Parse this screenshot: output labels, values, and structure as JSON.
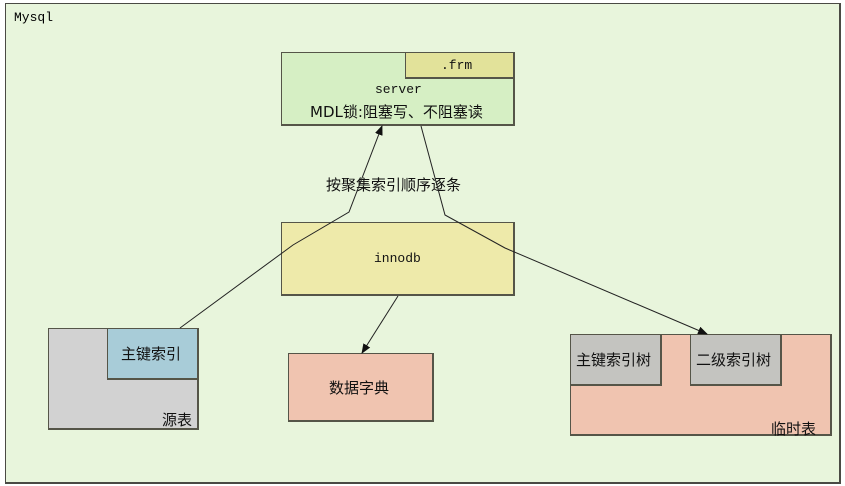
{
  "diagram": {
    "container": {
      "title": "Mysql"
    },
    "server": {
      "title": "server",
      "frm_label": ".frm",
      "lock_note": "MDL锁:阻塞写、不阻塞读"
    },
    "edge_label": "按聚集索引顺序逐条",
    "innodb": {
      "title": "innodb"
    },
    "data_dictionary": {
      "title": "数据字典"
    },
    "source_table": {
      "title": "源表",
      "primary_index": "主键索引"
    },
    "temp_table": {
      "title": "临时表",
      "primary_index_tree": "主键索引树",
      "secondary_index_tree": "二级索引树"
    },
    "colors": {
      "background": "#e8f5dc",
      "server_fill": "#d6efc4",
      "frm_fill": "#e2e29a",
      "innodb_fill": "#eeeaaa",
      "dictionary_fill": "#f0c4b0",
      "source_fill": "#d2d2d2",
      "primary_index_fill": "#a8ccd8",
      "temp_fill": "#f0c4b0",
      "tree_fill": "#c4c4c0"
    },
    "edges": [
      {
        "from": "source_table.primary_index",
        "to": "server",
        "label": "按聚集索引顺序逐条"
      },
      {
        "from": "server",
        "to": "temp_table.secondary_index_tree"
      },
      {
        "from": "innodb",
        "to": "data_dictionary"
      }
    ]
  }
}
